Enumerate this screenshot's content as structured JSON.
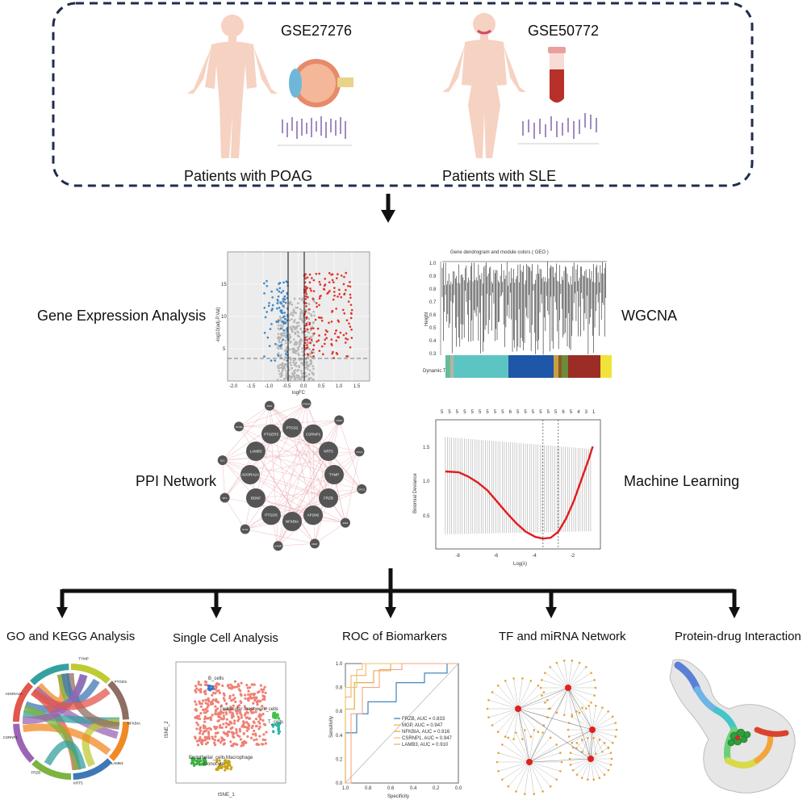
{
  "datasets": [
    {
      "id": "GSE27276",
      "group": "Patients with POAG"
    },
    {
      "id": "GSE50772",
      "group": "Patients with SLE"
    }
  ],
  "middle": {
    "gene_expression": "Gene Expression Analysis",
    "wgcna": "WGCNA",
    "ppi": "PPI Network",
    "ml": "Machine Learning"
  },
  "volcano": {
    "ylabel": "-log10(adj.P.Val)",
    "xlabel": "logFC",
    "yticks": [
      "15",
      "10",
      "5"
    ],
    "xticks": [
      "-2.0",
      "-1.5",
      "-1.0",
      "-0.5",
      "0.0",
      "0.5",
      "1.0",
      "1.5"
    ]
  },
  "dendro": {
    "title": "Gene dendrogram and module colors ( GEO )",
    "ylabel": "Height",
    "yticks": [
      "1.0",
      "0.9",
      "0.8",
      "0.7",
      "0.6",
      "0.5",
      "0.4",
      "0.3"
    ],
    "tree_label": "Dynamic Tree Cut",
    "module_colors": [
      "#66bb99",
      "#b8b3a3",
      "#5cc5c3",
      "#1e56a8",
      "#c7a043",
      "#8a5a28",
      "#6b8c3a",
      "#9b2c26",
      "#f1e33a"
    ]
  },
  "ppi_nodes": {
    "inner": [
      "PTGS2",
      "CSRNP1",
      "KRT5",
      "TYMP",
      "FRZB",
      "AP1M2",
      "NFKBIA",
      "PTGDS",
      "BDNF",
      "ADORA2A",
      "LAMB3",
      "PTGER3"
    ],
    "outer": [
      "ST8SIA",
      "CD44",
      "CCL3",
      "GPC3",
      "IRS2",
      "MGP",
      "CAMP",
      "KLF2",
      "MT1",
      "SLC",
      "ITGB3",
      "FMO"
    ]
  },
  "lasso": {
    "top_ticks": [
      "5",
      "5",
      "5",
      "5",
      "5",
      "5",
      "5",
      "5",
      "5",
      "6",
      "5",
      "5",
      "5",
      "5",
      "5",
      "5",
      "6",
      "5",
      "4",
      "3",
      "1"
    ],
    "ylabel": "Binomial Deviance",
    "xlabel": "Log(λ)",
    "yticks": [
      "1.5",
      "1.0",
      "0.5"
    ],
    "xticks": [
      "-8",
      "-6",
      "-4",
      "-2"
    ],
    "curve": [
      [
        -8.7,
        1.15
      ],
      [
        -8,
        1.14
      ],
      [
        -7.5,
        1.09
      ],
      [
        -7,
        1.02
      ],
      [
        -6.5,
        0.93
      ],
      [
        -6,
        0.8
      ],
      [
        -5.5,
        0.67
      ],
      [
        -5,
        0.55
      ],
      [
        -4.5,
        0.45
      ],
      [
        -4,
        0.39
      ],
      [
        -3.6,
        0.37
      ],
      [
        -3.2,
        0.38
      ],
      [
        -2.8,
        0.45
      ],
      [
        -2.4,
        0.6
      ],
      [
        -2,
        0.8
      ],
      [
        -1.6,
        1.05
      ],
      [
        -1.2,
        1.3
      ],
      [
        -1,
        1.44
      ]
    ]
  },
  "bottom": {
    "go_kegg": "GO and KEGG Analysis",
    "single_cell": "Single Cell Analysis",
    "roc": "ROC of Biomarkers",
    "tf": "TF and miRNA Network",
    "drug": "Protein-drug Interaction"
  },
  "chord_genes": [
    "TYMP",
    "PTGDS",
    "NFKBIA",
    "LAMB3",
    "KRT5",
    "FRZB",
    "CSRNP1",
    "ADORA2A"
  ],
  "tsne": {
    "xlabel": "tSNE_1",
    "ylabel": "tSNE_2",
    "clusters": [
      "Trabecular meshwork_cells",
      "Endothelial_cells",
      "Macrophage",
      "Monocyte",
      "T_cells",
      "B_cells"
    ]
  },
  "roc_data": {
    "xlabel": "Specificity",
    "ylabel": "Sensitivity",
    "xticks": [
      "1.0",
      "0.8",
      "0.6",
      "0.4",
      "0.2",
      "0.0"
    ],
    "yticks": [
      "0.0",
      "0.2",
      "0.4",
      "0.6",
      "0.8",
      "1.0"
    ],
    "legend": [
      {
        "gene": "FRZB",
        "auc": "AUC = 0.833",
        "color": "#2c7bb6"
      },
      {
        "gene": "MGP",
        "auc": "AUC = 0.947",
        "color": "#fdae61"
      },
      {
        "gene": "NFKBIA",
        "auc": "AUC = 0.916",
        "color": "#e3a53a"
      },
      {
        "gene": "CSRNP1",
        "auc": "AUC = 0.947",
        "color": "#e8c56a"
      },
      {
        "gene": "LAMB3",
        "auc": "AUC = 0.910",
        "color": "#f4a582"
      }
    ]
  },
  "colors": {
    "dashed_border": "#1f2d4e",
    "skin": "#f6d2c2",
    "volcano_up": "#e0322a",
    "volcano_down": "#3a86c8",
    "lasso_red": "#e41a1c",
    "node_gray": "#555555",
    "edge_pink": "#e8a0a8"
  }
}
